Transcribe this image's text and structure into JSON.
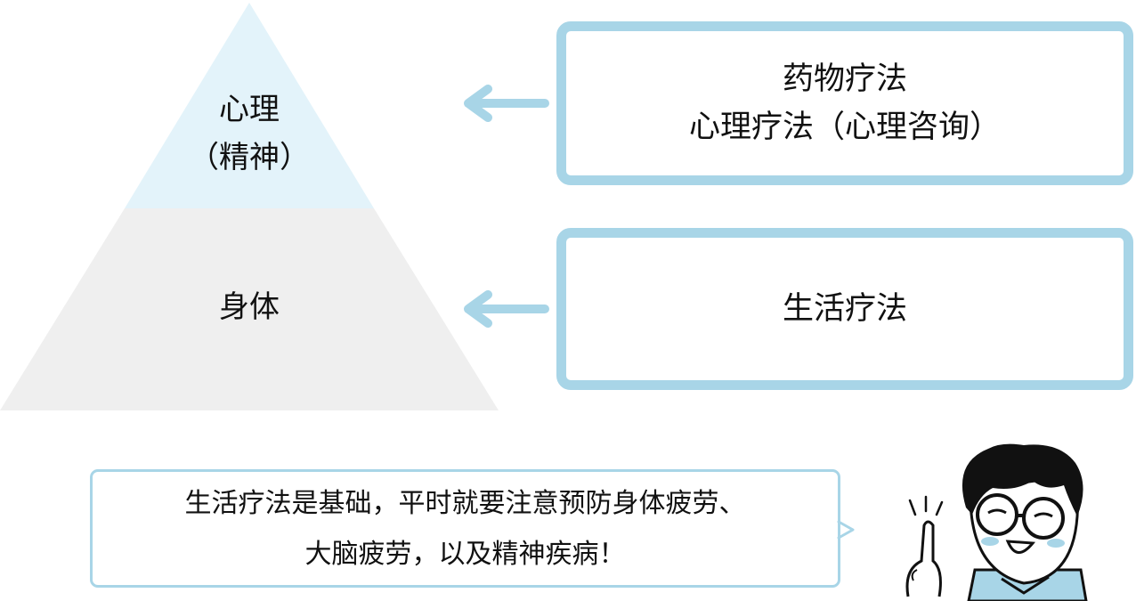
{
  "pyramid": {
    "top_label_line1": "心理",
    "top_label_line2": "（精神）",
    "bottom_label": "身体"
  },
  "boxes": {
    "top_line1": "药物疗法",
    "top_line2": "心理疗法（心理咨询）",
    "bottom": "生活疗法"
  },
  "bubble": {
    "line1": "生活疗法是基础，平时就要注意预防身体疲劳、",
    "line2": "大脑疲劳，以及精神疾病！"
  },
  "colors": {
    "accent_blue": "#a8d5e7",
    "pyramid_top": "#e3f3fa",
    "pyramid_bottom": "#efefef"
  }
}
